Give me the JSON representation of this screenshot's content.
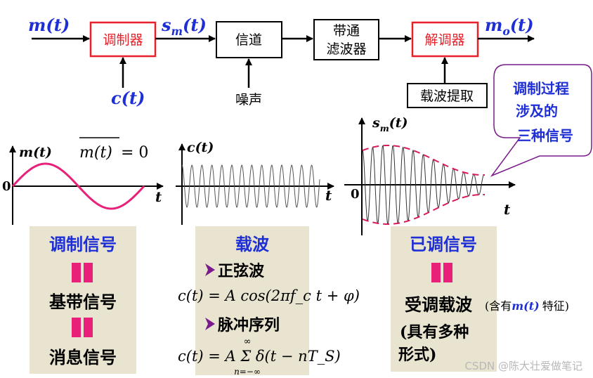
{
  "colors": {
    "signal_label": "#1f2fd6",
    "block_border_red": "#e8202a",
    "block_text_red": "#e8202a",
    "block_border_black": "#000000",
    "arrow": "#000000",
    "sine_curve": "#e8207a",
    "envelope": "#d81b5c",
    "panel_bg": "#e8e4d0",
    "panel_heading": "#1f2fd6",
    "equal_bars": "#e8207a",
    "bullet_arrow": "#7a1a8c",
    "callout_border": "#7a1a8c",
    "callout_text": "#1f2fd6"
  },
  "block_diagram": {
    "input_label": "m(t)",
    "modulator": "调制器",
    "modulated_label": "s_m(t)",
    "channel": "信道",
    "bandpass_line1": "带通",
    "bandpass_line2": "滤波器",
    "demodulator": "解调器",
    "output_label": "m_o(t)",
    "carrier_label": "c(t)",
    "noise_label": "噪声",
    "carrier_extraction": "载波提取"
  },
  "callout": {
    "line1": "调制过程",
    "line2": "涉及的",
    "line3": "三种信号"
  },
  "plot_m": {
    "ylabel": "m(t)",
    "mean_eq": "= 0",
    "origin": "0",
    "xlabel": "t"
  },
  "plot_c": {
    "ylabel": "c(t)",
    "xlabel": "t"
  },
  "plot_s": {
    "ylabel": "s_m(t)",
    "origin": "0",
    "xlabel": "t"
  },
  "panels": {
    "modulating": {
      "title": "调制信号",
      "item1": "基带信号",
      "item2": "消息信号"
    },
    "carrier": {
      "title": "载波",
      "bullet1": "正弦波",
      "formula1": "c(t) = A cos(2πf_c t + φ)",
      "bullet2": "脉冲序列",
      "formula2": "c(t) = A Σ δ(t − nT_S)",
      "sum_lower": "n=−∞",
      "sum_upper": "∞"
    },
    "modulated": {
      "title": "已调信号",
      "item1": "受调载波",
      "note_prefix": "(含有",
      "note_sig": "m(t)",
      "note_suffix": "特征)",
      "item2_line1": "(具有多种",
      "item2_line2": "形式)"
    }
  },
  "watermark": "CSDN @陈大壮爱做笔记"
}
